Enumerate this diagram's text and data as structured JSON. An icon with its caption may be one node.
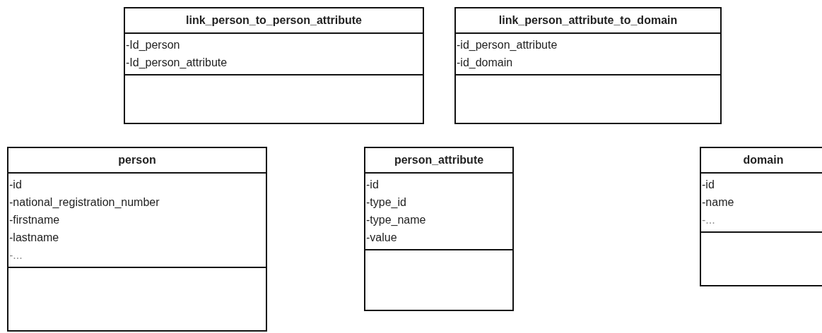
{
  "diagram": {
    "nodes": [
      {
        "text": [
          "link_person_to_person_attribute",
          "-Id_person",
          "-Id_person_attribute"
        ]
      },
      {
        "text": [
          "link_person_attribute_to_domain",
          "-id_person_attribute",
          "-id_domain"
        ]
      },
      {
        "text": [
          "person",
          "-id",
          "-national_registration_number",
          "-firstname",
          "-lastname",
          "-..."
        ]
      },
      {
        "text": [
          "person_attribute",
          "-id",
          "-type_id",
          "-type_name",
          "-value"
        ]
      },
      {
        "text": [
          "domain",
          "-id",
          "-name",
          "-..."
        ]
      }
    ],
    "edges": []
  }
}
